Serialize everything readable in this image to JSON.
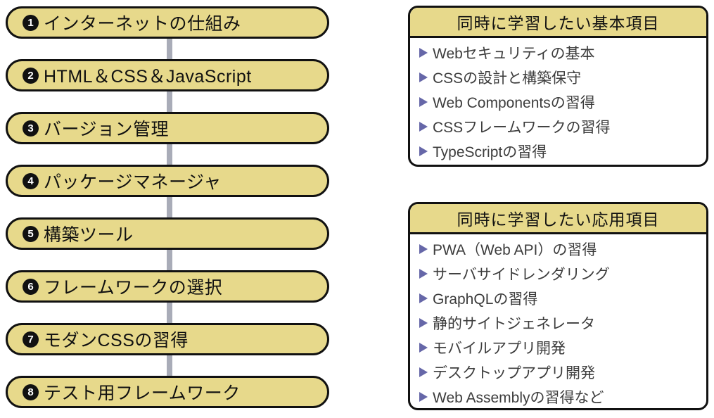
{
  "flow": {
    "steps": [
      {
        "num": "1",
        "label": "インターネットの仕組み"
      },
      {
        "num": "2",
        "label": "HTML＆CSS＆JavaScript"
      },
      {
        "num": "3",
        "label": "バージョン管理"
      },
      {
        "num": "4",
        "label": "パッケージマネージャ"
      },
      {
        "num": "5",
        "label": "構築ツール"
      },
      {
        "num": "6",
        "label": "フレームワークの選択"
      },
      {
        "num": "7",
        "label": "モダンCSSの習得"
      },
      {
        "num": "8",
        "label": "テスト用フレームワーク"
      }
    ]
  },
  "panels": [
    {
      "title": "同時に学習したい基本項目",
      "items": [
        "Webセキュリティの基本",
        "CSSの設計と構築保守",
        "Web Componentsの習得",
        "CSSフレームワークの習得",
        "TypeScriptの習得"
      ]
    },
    {
      "title": "同時に学習したい応用項目",
      "items": [
        "PWA（Web API）の習得",
        "サーバサイドレンダリング",
        "GraphQLの習得",
        "静的サイトジェネレータ",
        "モバイルアプリ開発",
        "デスクトップアプリ開発",
        "Web Assemblyの習得など"
      ]
    }
  ],
  "icons": {
    "bullet": "triangle-right-icon",
    "step_badge": "numbered-circle-icon"
  },
  "colors": {
    "accent_fill": "#e7d98b",
    "outline": "#111111",
    "connector_gray": "#a9acb8",
    "bullet_purple": "#6667a8",
    "list_text": "#3d3d3d"
  }
}
